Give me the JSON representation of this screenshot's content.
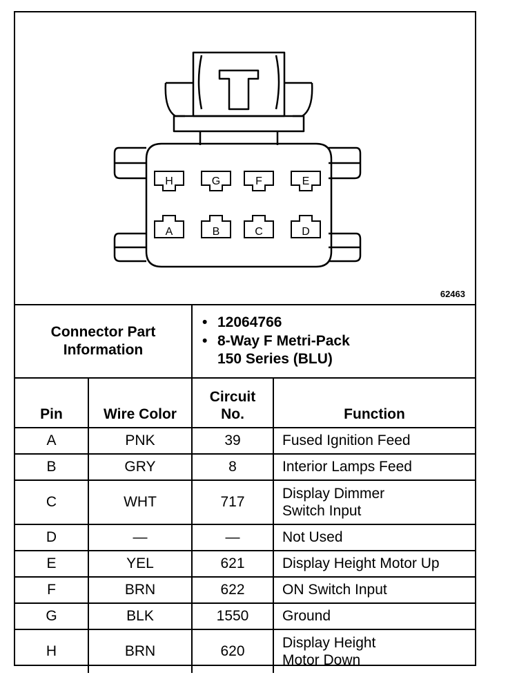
{
  "figure_id": "62463",
  "connector": {
    "top_pins": [
      "H",
      "G",
      "F",
      "E"
    ],
    "bottom_pins": [
      "A",
      "B",
      "C",
      "D"
    ]
  },
  "part_info": {
    "label_line1": "Connector Part",
    "label_line2": "Information",
    "item1": "12064766",
    "item2_line1": "8-Way F Metri-Pack",
    "item2_line2": "150 Series (BLU)"
  },
  "table": {
    "headers": {
      "pin": "Pin",
      "wire_color": "Wire Color",
      "circuit_line1": "Circuit",
      "circuit_line2": "No.",
      "function": "Function"
    },
    "rows": [
      {
        "pin": "A",
        "color": "PNK",
        "circuit": "39",
        "function": "Fused Ignition Feed"
      },
      {
        "pin": "B",
        "color": "GRY",
        "circuit": "8",
        "function": "Interior Lamps Feed"
      },
      {
        "pin": "C",
        "color": "WHT",
        "circuit": "717",
        "function_line1": "Display Dimmer",
        "function_line2": "Switch Input"
      },
      {
        "pin": "D",
        "color": "—",
        "circuit": "—",
        "function": "Not Used"
      },
      {
        "pin": "E",
        "color": "YEL",
        "circuit": "621",
        "function": "Display Height Motor Up"
      },
      {
        "pin": "F",
        "color": "BRN",
        "circuit": "622",
        "function": "ON Switch Input"
      },
      {
        "pin": "G",
        "color": "BLK",
        "circuit": "1550",
        "function": "Ground"
      },
      {
        "pin": "H",
        "color": "BRN",
        "circuit": "620",
        "function_line1": "Display Height",
        "function_line2": "Motor Down"
      }
    ]
  }
}
